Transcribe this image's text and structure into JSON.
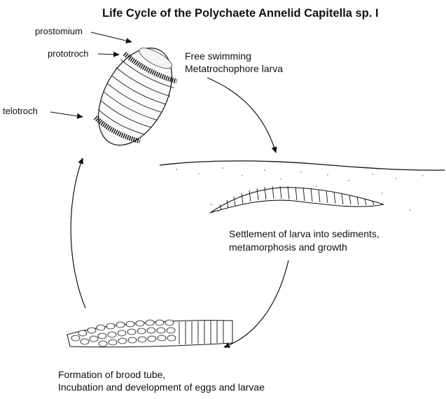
{
  "title": "Life Cycle of the Polychaete Annelid Capitella sp. I",
  "labels": {
    "prostomium": "prostomium",
    "prototroch": "prototroch",
    "telotroch": "telotroch"
  },
  "stages": {
    "larva": {
      "line1": "Free swimming",
      "line2": "Metatrochophore larva"
    },
    "settlement": {
      "line1": "Settlement of larva into sediments,",
      "line2": "metamorphosis and growth"
    },
    "brood": {
      "line1": "Formation of brood tube,",
      "line2": "Incubation and development of eggs and larvae"
    }
  }
}
